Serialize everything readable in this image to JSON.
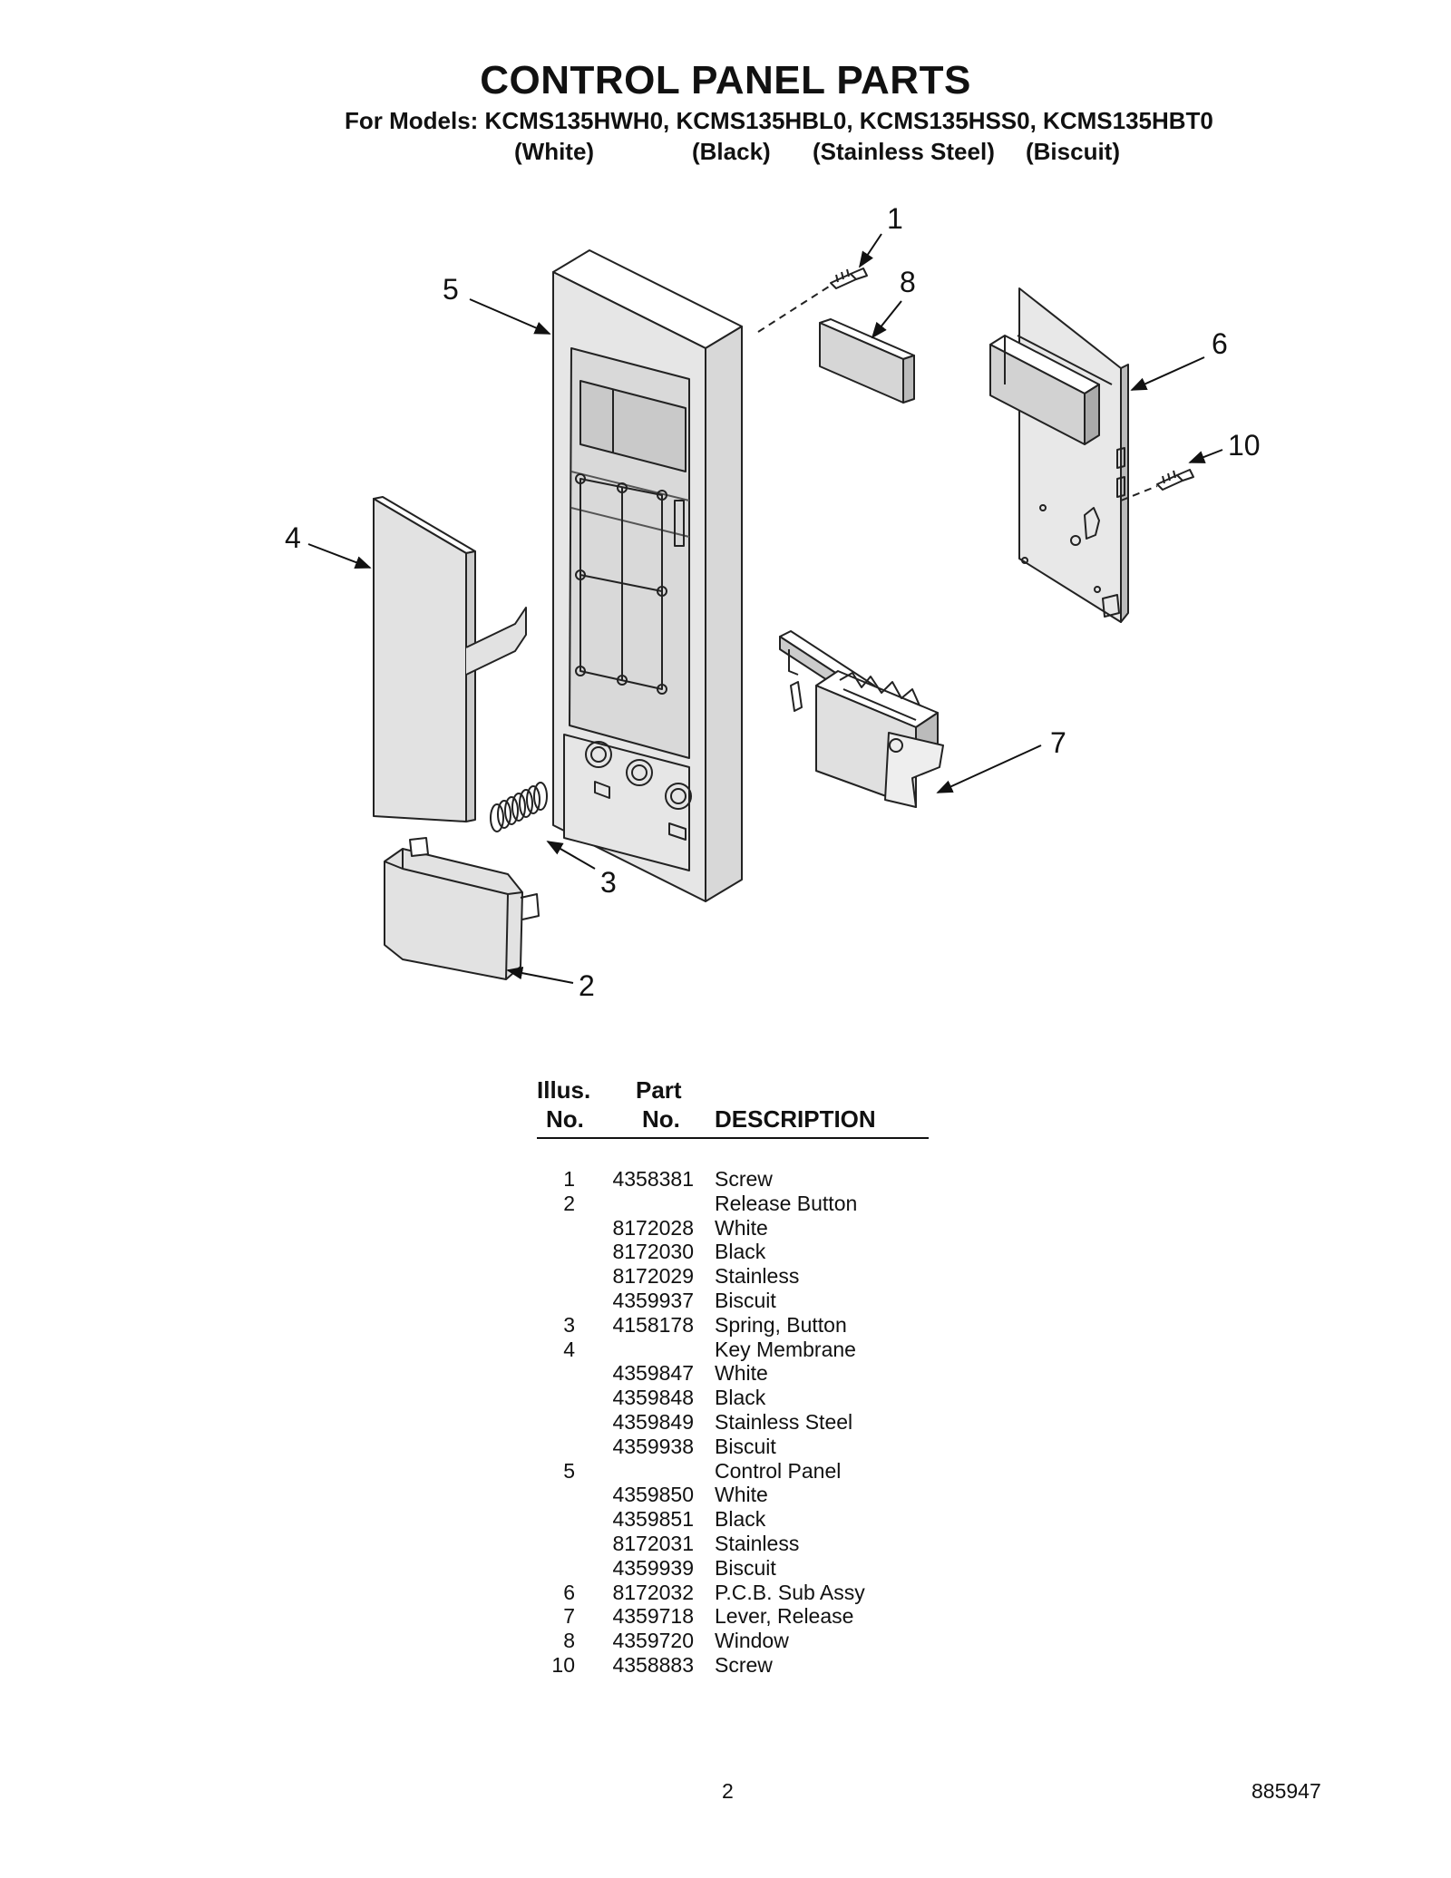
{
  "header": {
    "title": "CONTROL PANEL PARTS",
    "models": "For Models: KCMS135HWH0, KCMS135HBL0, KCMS135HSS0, KCMS135HBT0",
    "colors": [
      "(White)",
      "(Black)",
      "(Stainless Steel)",
      "(Biscuit)"
    ]
  },
  "diagram": {
    "callouts": [
      "1",
      "2",
      "3",
      "4",
      "5",
      "6",
      "7",
      "8",
      "10"
    ]
  },
  "table": {
    "headers": {
      "illus_top": "Illus.",
      "illus_bottom": "No.",
      "part_top": "Part",
      "part_bottom": "No.",
      "description": "DESCRIPTION"
    },
    "rows": [
      {
        "illus": "1",
        "part": "4358381",
        "desc": "Screw"
      },
      {
        "illus": "2",
        "part": "",
        "desc": "Release Button"
      },
      {
        "illus": "",
        "part": "8172028",
        "desc": "White"
      },
      {
        "illus": "",
        "part": "8172030",
        "desc": "Black"
      },
      {
        "illus": "",
        "part": "8172029",
        "desc": "Stainless"
      },
      {
        "illus": "",
        "part": "4359937",
        "desc": "Biscuit"
      },
      {
        "illus": "3",
        "part": "4158178",
        "desc": "Spring, Button"
      },
      {
        "illus": "4",
        "part": "",
        "desc": "Key Membrane"
      },
      {
        "illus": "",
        "part": "4359847",
        "desc": "White"
      },
      {
        "illus": "",
        "part": "4359848",
        "desc": "Black"
      },
      {
        "illus": "",
        "part": "4359849",
        "desc": "Stainless Steel"
      },
      {
        "illus": "",
        "part": "4359938",
        "desc": "Biscuit"
      },
      {
        "illus": "5",
        "part": "",
        "desc": "Control Panel"
      },
      {
        "illus": "",
        "part": "4359850",
        "desc": "White"
      },
      {
        "illus": "",
        "part": "4359851",
        "desc": "Black"
      },
      {
        "illus": "",
        "part": "8172031",
        "desc": "Stainless"
      },
      {
        "illus": "",
        "part": "4359939",
        "desc": "Biscuit"
      },
      {
        "illus": "6",
        "part": "8172032",
        "desc": "P.C.B. Sub Assy"
      },
      {
        "illus": "7",
        "part": "4359718",
        "desc": "Lever, Release"
      },
      {
        "illus": "8",
        "part": "4359720",
        "desc": "Window"
      },
      {
        "illus": "10",
        "part": "4358883",
        "desc": "Screw"
      }
    ]
  },
  "footer": {
    "page_number": "2",
    "document_number": "885947"
  }
}
